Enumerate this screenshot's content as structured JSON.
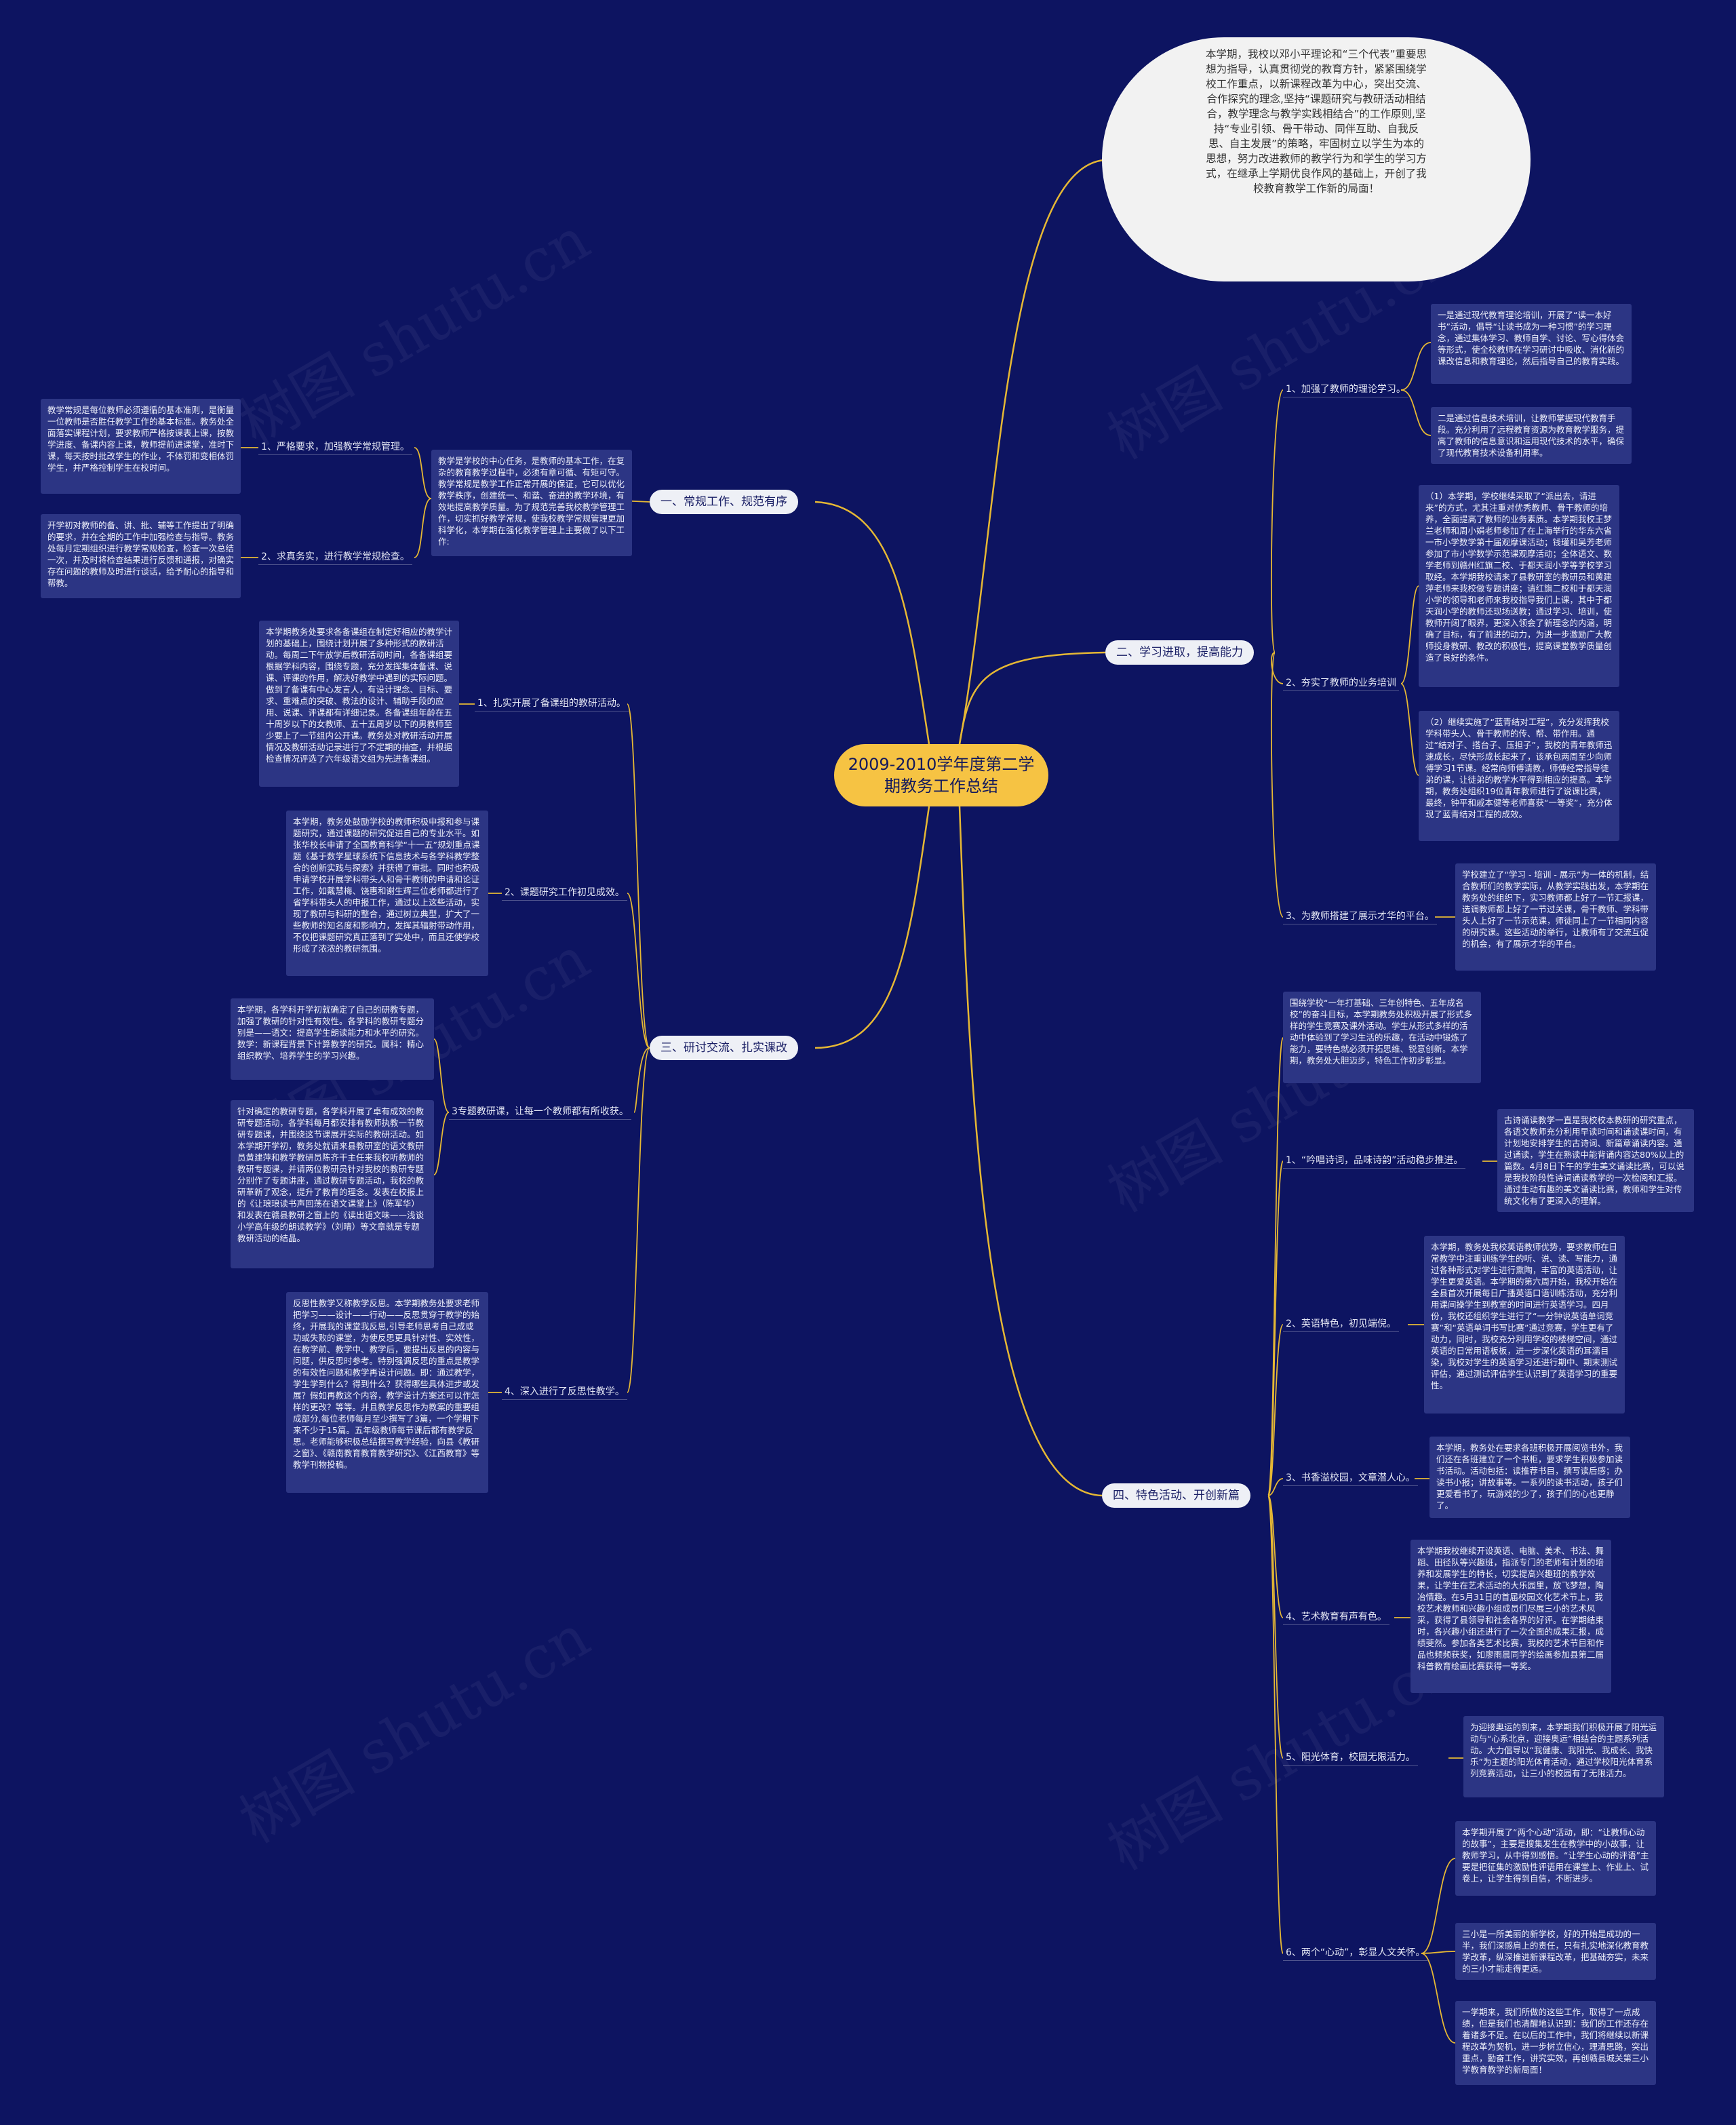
{
  "root": "2009-2010学年度第二学期教务工作总结",
  "intro": "本学期，我校以邓小平理论和“三个代表”重要思想为指导，认真贯彻党的教育方针，紧紧围绕学校工作重点，以新课程改革为中心，突出交流、合作探究的理念,坚持“课题研究与教研活动相结合，教学理念与教学实践相结合”的工作原则,坚持“专业引领、骨干带动、同伴互助、自我反思、自主发展”的策略，牢固树立以学生为本的思想，努力改进教师的教学行为和学生的学习方式，在继承上学期优良作风的基础上，开创了我校教育教学工作新的局面！",
  "watermark": "树图 shutu.cn",
  "topics": {
    "t1": "一、常规工作、规范有序",
    "t2": "二、学习进取，提高能力",
    "t3": "三、研讨交流、扎实课改",
    "t4": "四、特色活动、开创新篇"
  },
  "t1": {
    "main": "教学是学校的中心任务，是教师的基本工作，在复杂的教育教学过程中，必须有章可循、有矩可守。教学常规是教学工作正常开展的保证，它可以优化教学秩序，创建统一、和谐、奋进的教学环境，有效地提高教学质量。为了规范完善我校教学管理工作，切实抓好教学常规，使我校教学常规管理更加科学化，本学期在强化教学管理上主要做了以下工作:",
    "s1": "1、严格要求，加强教学常规管理。",
    "s1_leaf": "教学常规是每位教师必须遵循的基本准则，是衡量一位教师是否胜任教学工作的基本标准。教务处全面落实课程计划，要求教师严格按课表上课，按教学进度、备课内容上课，教师提前进课堂，准时下课，每天按时批改学生的作业，不体罚和变相体罚学生，并严格控制学生在校时间。",
    "s2": "2、求真务实，进行教学常规检查。",
    "s2_leaf": "开学初对教师的备、讲、批、辅等工作提出了明确的要求，并在全期的工作中加强检查与指导。教务处每月定期组织进行教学常规检查，检查一次总结一次，并及时将检查结果进行反馈和通报，对确实存在问题的教师及时进行谈话，给予耐心的指导和帮教。"
  },
  "t2": {
    "s1": "1、加强了教师的理论学习。",
    "s1_l1": "一是通过现代教育理论培训，开展了“读一本好书”活动，倡导“让读书成为一种习惯”的学习理念，通过集体学习、教师自学、讨论、写心得体会等形式，使全校教师在学习研讨中吸收、消化新的课改信息和教育理论，然后指导自己的教育实践。",
    "s1_l2": "二是通过信息技术培训，让教师掌握现代教育手段。充分利用了远程教育资源为教育教学服务，提高了教师的信息意识和运用现代技术的水平，确保了现代教育技术设备利用率。",
    "s2": "2、夯实了教师的业务培训",
    "s2_l1": "（1）本学期，学校继续采取了“派出去，请进来”的方式，尤其注重对优秀教师、骨干教师的培养，全面提高了教师的业务素质。本学期我校王梦兰老师和周小娟老师参加了在上海举行的华东六省一市小学数学第十届观摩课活动；钱瓘和吴芳老师参加了市小学数学示范课观摩活动；全体语文、数学老师到赣州红旗二校、于都天润小学等学校学习取经。本学期我校请来了县教研室的教研员和黄建萍老师来我校做专题讲座；请红旗二校和于都天润小学的领导和老师来我校指导我们上课，其中于都天润小学的教师还现场送教；通过学习、培训，使教师开阔了眼界，更深入领会了新理念的内涵，明确了目标，有了前进的动力，为进一步激励广大教师投身教研、教改的积极性，提高课堂教学质量创造了良好的条件。",
    "s2_l2": "（2）继续实施了“蓝青结对工程”，充分发挥我校学科带头人、骨干教师的传、帮、带作用。通过“结对子、搭台子、压担子”，我校的青年教师迅速成长，尽快形成长起来了，该承包两周至少向师傅学习1节课。经常向师傅请教，师傅经常指导徒弟的课，让徒弟的教学水平得到相应的提高。本学期，教务处组织19位青年教师进行了说课比赛，最终，钟平和戚本健等老师喜获“一等奖”，充分体现了蓝青结对工程的成效。",
    "s3": "3、为教师搭建了展示才华的平台。",
    "s3_leaf": "学校建立了“学习 - 培训 - 展示”为一体的机制，结合教师们的教学实际，从教学实践出发，本学期在教务处的组织下，实习教师都上好了一节汇报课，选调教师都上好了一节过关课，骨干教师、学科带头人上好了一节示范课，师徒同上了一节相同内容的研究课。这些活动的举行，让教师有了交流互促的机会，有了展示才华的平台。"
  },
  "t3": {
    "s1": "1、扎实开展了备课组的教研活动。",
    "s1_leaf": "本学期教务处要求各备课组在制定好相应的教学计划的基础上，围绕计划开展了多种形式的教研活动。每周二下午放学后教研活动时间，各备课组要根据学科内容，围绕专题，充分发挥集体备课、说课、评课的作用，解决好教学中遇到的实际问题。做到了备课有中心发言人，有设计理念、目标、要求、重难点的突破、教法的设计、辅助手段的应用、说课、评课都有详细记录。各备课组年龄在五十周岁以下的女教师、五十五周岁以下的男教师至少要上了一节组内公开课。教务处对教研活动开展情况及教研活动记录进行了不定期的抽查，并根据检查情况评选了六年级语文组为先进备课组。",
    "s2": "2、课题研究工作初见成效。",
    "s2_leaf": "本学期，教务处鼓励学校的教师积极申报和参与课题研究，通过课题的研究促进自己的专业水平。如张华校长申请了全国教育科学“十一五”规划重点课题《基于数学星球系统下信息技术与各学科教学整合的创新实践与探索》并获得了审批。同时也积极申请学校开展学科带头人和骨干教师的申请和论证工作，如戴慧梅、饶惠和谢生辉三位老师都进行了省学科带头人的申报工作，通过以上这些活动，实现了教研与科研的整合，通过树立典型，扩大了一些教师的知名度和影响力，发挥其辐射带动作用，不仅把课题研究真正落到了实处中，而且还使学校形成了浓浓的教研氛围。",
    "s3": "3专题教研课，让每一个教师都有所收获。",
    "s3_l1": "本学期，各学科开学初就确定了自己的研教专题，加强了教研的针对性有效性。各学科的教研专题分别是——语文：提高学生朗读能力和水平的研究。数学：新课程背景下计算教学的研究。属科：精心组织教学、培养学生的学习兴趣。",
    "s3_l2": "针对确定的教研专题，各学科开展了卓有成效的教研专题活动，各学科每月都安排有教师执教一节教研专题课，并围绕这节课展开实际的教研活动。如本学期开学初，教务处就请来县教研室的语文教研员黄建萍和教学教研员陈齐干主任来我校听教师的教研专题课，并请两位教研员针对我校的教研专题分别作了专题讲座，通过教研专题活动，我校的教研革新了观念，提升了教育的理念。发表在校报上的《让琅琅读书声回荡在语文课堂上》（陈军华）和发表在赣县教研之窗上的《读出语文味——浅谈小学高年级的朗读教学》（刘晴）等文章就是专题教研活动的结晶。",
    "s4": "4、深入进行了反思性教学。",
    "s4_leaf": "反思性教学又称教学反思。本学期教务处要求老师把学习——设计——行动——反思贯穿于教学的始终，开展我的课堂我反思,引导老师思考自己成或功或失败的课堂，为使反思更具针对性、实效性，在教学前、教学中、教学后，要提出反思的内容与问题，供反思时参考。特别强调反思的重点是教学的有效性问题和教学再设计问题。即：通过教学，学生学到什么？得到什么？获得哪些具体进步或发展？假如再教这个内容，教学设计方案还可以作怎样的更改？等等。并且教学反思作为教案的重要组成部分,每位老师每月至少撰写了3篇，一个学期下来不少于15篇。五年级教师每节课后都有教学反思。老师能够积极总结撰写教学经验，向县《教研之窗》、《赣南教育教育教学研究》、《江西教育》等教学刊物投稿。"
  },
  "t4": {
    "top_leaf": "围绕学校“一年打基础、三年创特色、五年成名校”的奋斗目标，本学期教务处积极开展了形式多样的学生竞赛及课外活动。学生从形式多样的活动中体验到了学习生活的乐趣，在活动中锻炼了能力，要特色就必须开拓思维、锐意创新。本学期，教务处大胆迈步，特色工作初步彰显。",
    "s1": "1、“吟唱诗词，品味诗韵”活动稳步推进。",
    "s1_leaf": "古诗诵读教学一直是我校校本教研的研究重点，各语文教师充分利用早读时间和诵读课时间，有计划地安排学生的古诗词、新篇章诵读内容。通过诵读，学生在熟读中能背诵内容达80%以上的篇数。4月8日下午的学生美文诵读比赛，可以说是我校阶段性诗词诵读教学的一次检阅和汇报。通过生动有趣的美文诵读比赛，教师和学生对传统文化有了更深入的理解。",
    "s2": "2、英语特色，初见端倪。",
    "s2_leaf": "本学期，教务处我校英语教师优势，要求教师在日常教学中注重训练学生的听、说、读、写能力，通过各种形式对学生进行熏陶，丰富的英语活动，让学生更爱英语。本学期的第六周开始，我校开始在全县首次开展每日广播英语口语训练活动，充分利用课间操学生到教室的时间进行英语学习。四月份，我校还组织学生进行了“一分钟说英语单词竞赛”和“英语单词书写比赛”通过竞赛，学生更有了动力，同时，我校充分利用学校的楼梯空间，通过英语的日常用语板板，进一步深化英语的耳濡目染，我校对学生的英语学习还进行期中、期末测试评估，通过测试评估学生认识到了英语学习的重要性。",
    "s3": "3、书香溢校园，文章潜人心。",
    "s3_leaf": "本学期，教务处在要求各班积极开展阅览书外，我们还在各班建立了一个书柜，要求学生积极参加读书活动。活动包括：读推荐书目，撰写读后感；办读书小报；讲故事等。一系列的读书活动，孩子们更爱看书了，玩游戏的少了，孩子们的心也更静了。",
    "s4": "4、艺术教育有声有色。",
    "s4_leaf": "本学期我校继续开设英语、电脑、美术、书法、舞蹈、田径队等兴趣班，指派专门的老师有计划的培养和发展学生的特长，切实提高兴趣班的教学效果，让学生在艺术活动的大乐园里，放飞梦想，陶冶情趣。在5月31日的首届校园文化艺术节上，我校艺术教师和兴趣小组成员们尽展三小的艺术风采，获得了县领导和社会各界的好评。在学期结束时，各兴趣小组还进行了一次全面的成果汇报，成绩斐然。参加各类艺术比赛，我校的艺术节目和作品也频频获奖，如廖雨晨同学的绘画参加县第二届科普教育绘画比赛获得一等奖。",
    "s5": "5、阳光体育，校园无限活力。",
    "s5_leaf": "为迎接奥运的到来，本学期我们积极开展了阳光运动与“心系北京，迎接奥运”相结合的主题系列活动。大力倡导以“我健康、我阳光、我成长、我快乐”为主题的阳光体育活动，通过学校阳光体育系列竞赛活动，让三小的校园有了无限活力。",
    "s6": "6、两个“心动”，彰显人文关怀。",
    "s6_l1": "本学期开展了“两个心动”活动，即：“让教师心动的故事”，主要是搜集发生在教学中的小故事，让教师学习，从中得到感悟。“让学生心动的评语”主要是把征集的激励性评语用在课堂上、作业上、试卷上，让学生得到自信，不断进步。",
    "s6_l2": "三小是一所美丽的新学校，好的开始是成功的一半，我们深感肩上的责任，只有扎实地深化教育教学改革，纵深推进新课程改革，把基础夯实，未来的三小才能走得更远。",
    "s6_l3": "一学期来，我们所做的这些工作，取得了一点成绩，但是我们也清醒地认识到：我们的工作还存在着诸多不足。在以后的工作中，我们将继续以新课程改革为契机，进一步树立信心，理清思路，突出重点，勤奋工作，讲究实效，再创赣县城关第三小学教育教学的新局面！"
  }
}
